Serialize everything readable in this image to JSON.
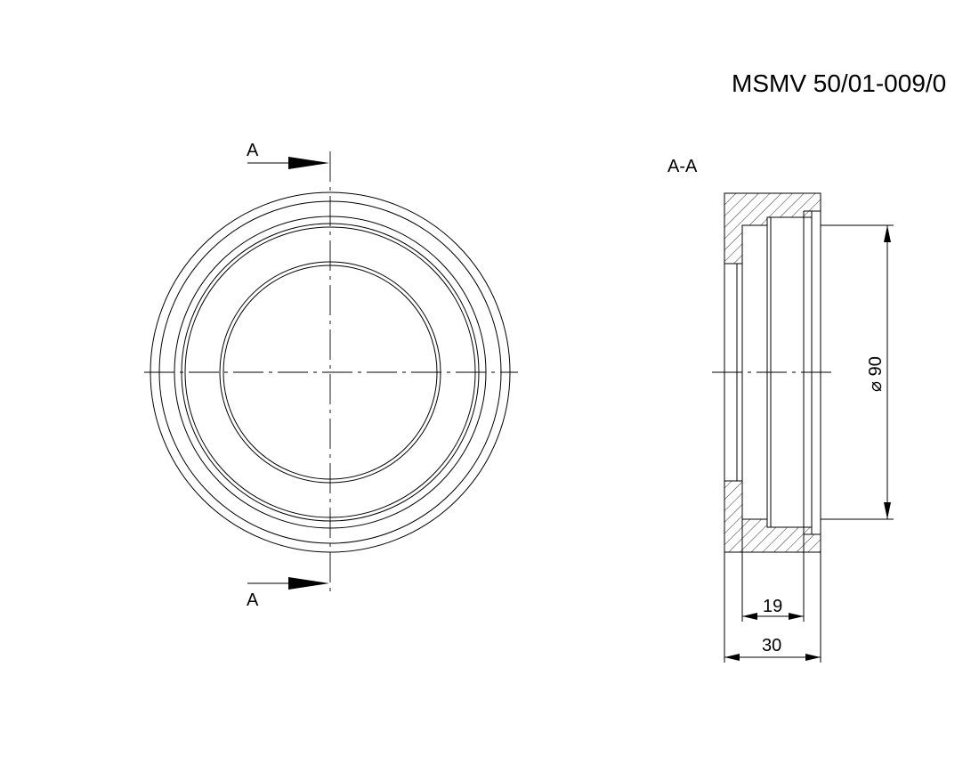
{
  "drawing": {
    "number": "MSMV 50/01-009/0",
    "section_mark": "A",
    "section_title": "A-A",
    "dimensions": {
      "diameter": "⌀ 90",
      "inner_depth": "19",
      "overall_width": "30"
    }
  },
  "colors": {
    "line": "#000000",
    "background": "#ffffff"
  }
}
